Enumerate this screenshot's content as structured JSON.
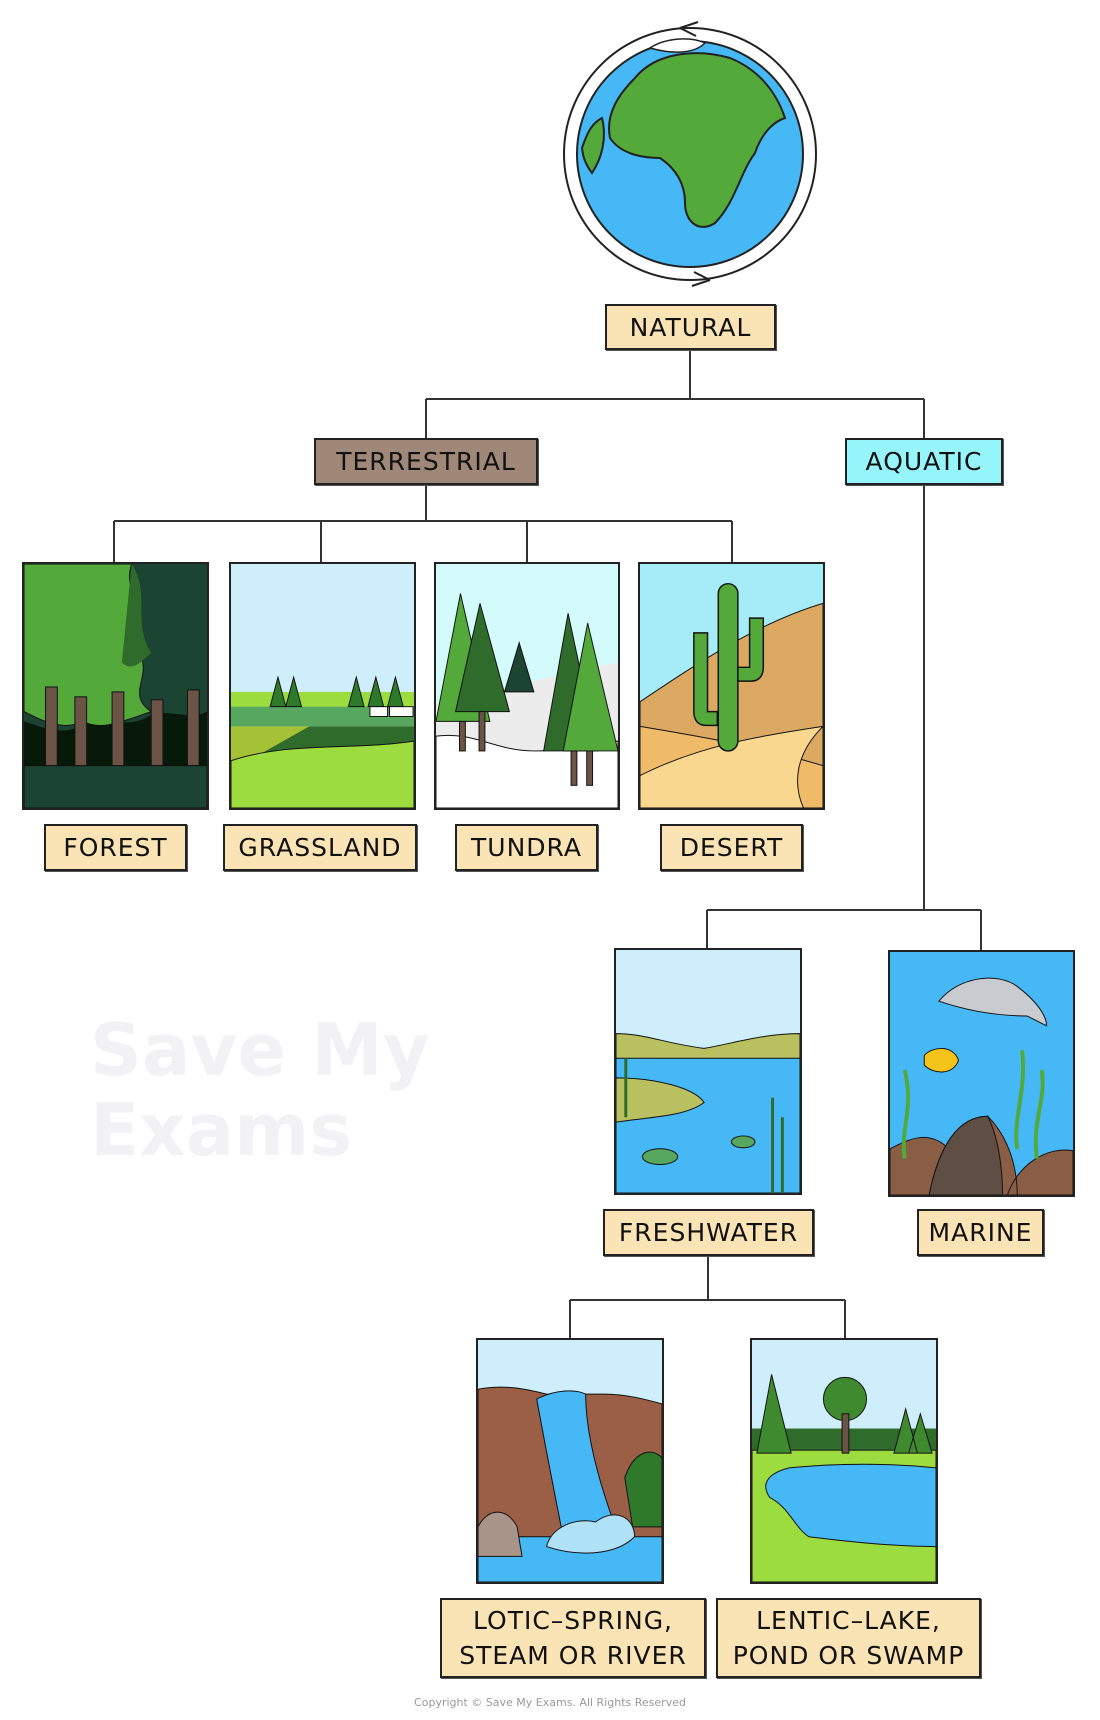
{
  "root": {
    "label": "NATURAL",
    "color": "#fae3b4"
  },
  "branches": [
    {
      "label": "TERRESTRIAL",
      "color": "#a08878"
    },
    {
      "label": "AQUATIC",
      "color": "#96f5fa"
    }
  ],
  "terrestrial": [
    {
      "label": "FOREST",
      "icon": "forest-illustration"
    },
    {
      "label": "GRASSLAND",
      "icon": "grassland-illustration"
    },
    {
      "label": "TUNDRA",
      "icon": "tundra-illustration"
    },
    {
      "label": "DESERT",
      "icon": "desert-illustration"
    }
  ],
  "aquatic": [
    {
      "label": "FRESHWATER",
      "icon": "freshwater-illustration"
    },
    {
      "label": "MARINE",
      "icon": "marine-illustration"
    }
  ],
  "freshwater": [
    {
      "label_line1": "LOTIC–SPRING,",
      "label_line2": "STEAM OR RIVER",
      "icon": "waterfall-illustration"
    },
    {
      "label_line1": "LENTIC–LAKE,",
      "label_line2": "POND OR SWAMP",
      "icon": "lake-illustration"
    }
  ],
  "label_color": "#fae3b4",
  "watermark": {
    "line1": "Save My",
    "line2": "Exams"
  },
  "copyright": "Copyright © Save My Exams. All Rights Reserved"
}
